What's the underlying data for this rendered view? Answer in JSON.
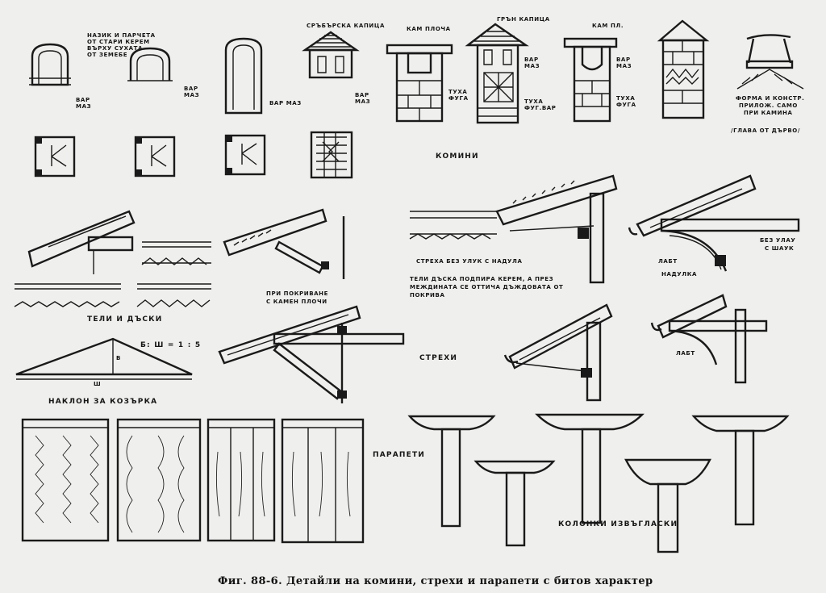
{
  "labels": {
    "arch_note": [
      "НАЗИК И ПАРЧЕТА",
      "ОТ СТАРИ КЕРЕМ",
      "ВЪРХУ СУХАТА",
      "ОТ ЗЕМЕБЕ"
    ],
    "var_maz_1": [
      "ВАР",
      "МАЗ"
    ],
    "var_maz_2": [
      "ВАР",
      "МАЗ"
    ],
    "kerem_cap": "СРЪБЪРСКА КАПИЦА",
    "var_maz_3": "ВАР МАЗ",
    "var_maz_4": [
      "ВАР",
      "МАЗ"
    ],
    "kam_ploca": "КАМ ПЛОЧА",
    "tuha_fug": [
      "ТУХА",
      "ФУГА"
    ],
    "grad_kapica": "ГРЪН КАПИЦА",
    "var_maz_5": [
      "ВАР",
      "МАЗ"
    ],
    "tuha_fug_2": [
      "ТУХА",
      "ФУГ.ВАР"
    ],
    "kam_pl": "КАМ ПЛ.",
    "var_maz_6": [
      "ВАР",
      "МАЗ"
    ],
    "tuha_fug_3": [
      "ТУХА",
      "ФУГА"
    ],
    "forma_note": [
      "ФОРМА И КОНСТР.",
      "ПРИЛОЖ. САМО",
      "ПРИ КАМИНА"
    ],
    "forma_note_2": "/ГЛАВА ОТ ДЪРВО/",
    "komini": "КОМИНИ",
    "teli_daski": "ТЕЛИ И ДЪСКИ",
    "pri_pokrivane": [
      "ПРИ ПОКРИВАНЕ",
      "С КАМЕН ПЛОЧИ"
    ],
    "streha_bez_ulluk": "СТРЕХА БЕЗ УЛУК С НАДУЛА",
    "teli_note": [
      "ТЕЛИ ДЪСКА ПОДПИРА КЕРЕМ, А ПРЕЗ",
      "МЕЖДИНАТА СЕ ОТТИЧА ДЪЖДОВАТА ОТ",
      "ПОКРИВА"
    ],
    "bez_ulluk_2": [
      "БЕЗ УЛАУ",
      "С ШАУК"
    ],
    "labt_1": "ЛАБТ",
    "nadulka": "НАДУЛКА",
    "labt_2": "ЛАБТ",
    "ratio": "Б: Ш = 1 : 5",
    "b": "В",
    "sh": "Ш",
    "naklon": "НАКЛОН ЗА КОЗЪРКА",
    "strehi": "СТРЕХИ",
    "parapeti": "ПАРАПЕТИ",
    "kolonki": "КОЛОНКИ ИЗВЪГЛАСКИ"
  },
  "caption": "Фиг. 88-6. Детайли на комини, стрехи и парапети с битов характер"
}
